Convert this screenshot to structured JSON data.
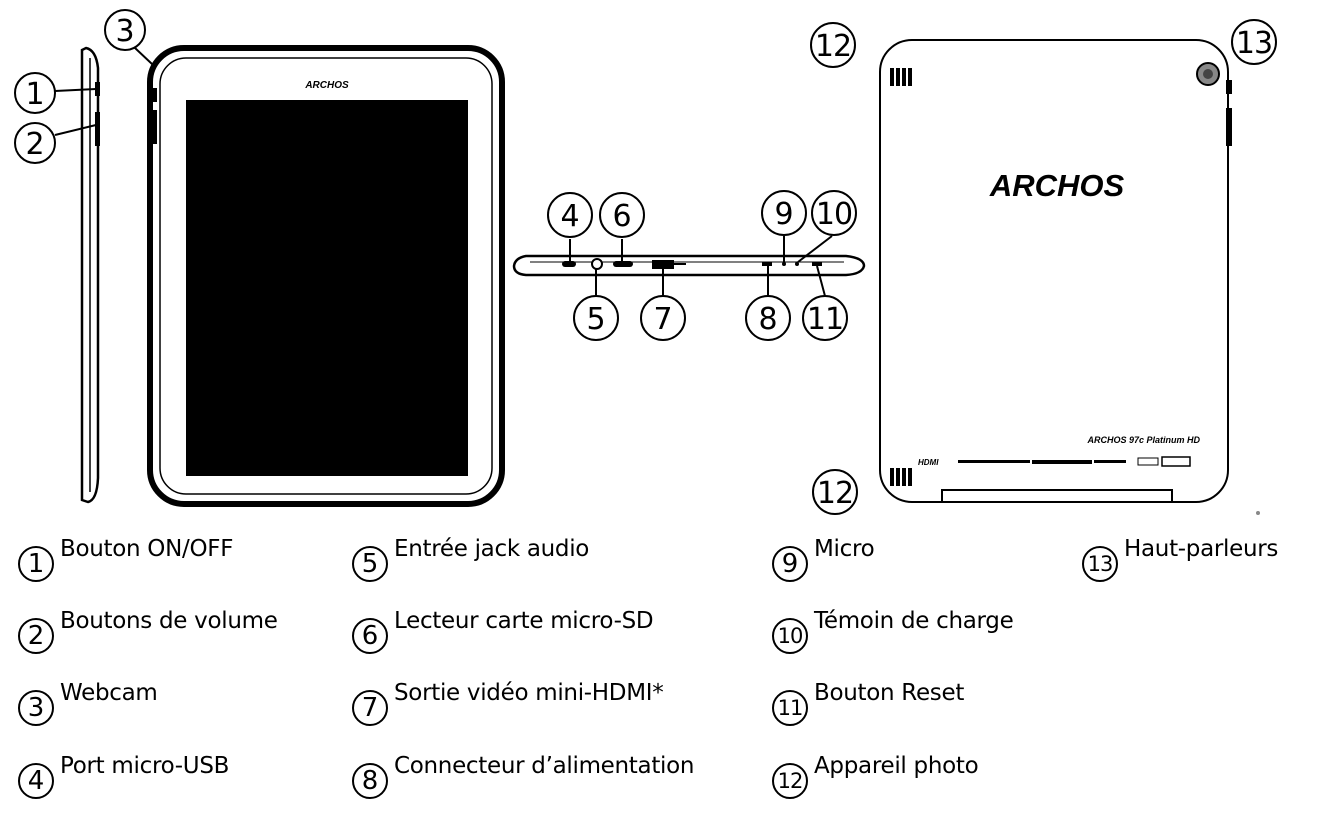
{
  "callouts": [
    "1",
    "2",
    "3",
    "4",
    "5",
    "6",
    "7",
    "8",
    "9",
    "10",
    "11",
    "12",
    "13"
  ],
  "device": {
    "front_brand": "ARCHOS",
    "back_brand": "ARCHOS",
    "back_model": "ARCHOS 97c Platinum HD",
    "back_hdmi": "HDMI"
  },
  "legend": [
    {
      "num": "1",
      "label": "Bouton ON/OFF"
    },
    {
      "num": "2",
      "label": "Boutons de volume"
    },
    {
      "num": "3",
      "label": "Webcam"
    },
    {
      "num": "4",
      "label": "Port micro-USB"
    },
    {
      "num": "5",
      "label": "Entrée jack audio"
    },
    {
      "num": "6",
      "label": "Lecteur carte micro-SD"
    },
    {
      "num": "7",
      "label": "Sortie vidéo mini-HDMI*"
    },
    {
      "num": "8",
      "label": "Connecteur d’alimentation"
    },
    {
      "num": "9",
      "label": "Micro"
    },
    {
      "num": "10",
      "label": "Témoin de charge"
    },
    {
      "num": "11",
      "label": "Bouton Reset"
    },
    {
      "num": "12",
      "label": "Appareil photo"
    },
    {
      "num": "13",
      "label": "Haut-parleurs"
    }
  ],
  "colors": {
    "ink": "#000000",
    "background": "#ffffff"
  }
}
